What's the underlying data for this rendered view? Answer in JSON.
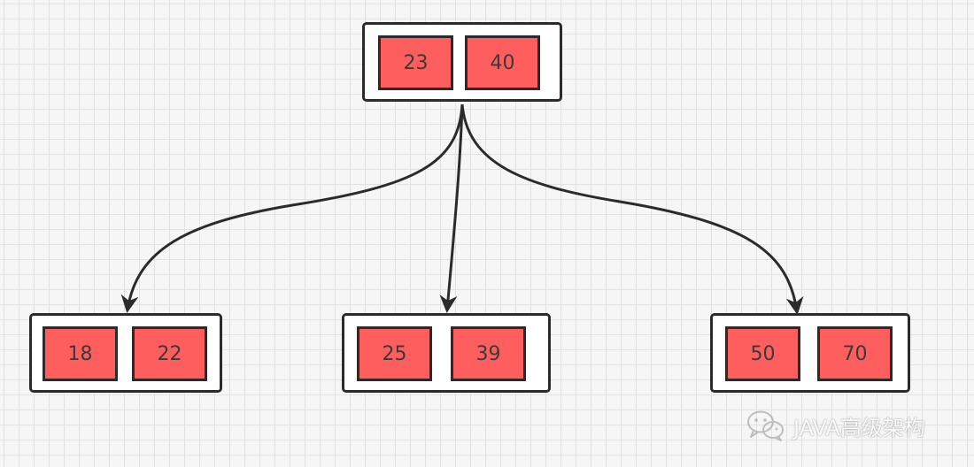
{
  "diagram": {
    "root": {
      "keys": [
        "23",
        "40"
      ]
    },
    "children": [
      {
        "keys": [
          "18",
          "22"
        ]
      },
      {
        "keys": [
          "25",
          "39"
        ]
      },
      {
        "keys": [
          "50",
          "70"
        ]
      }
    ],
    "colors": {
      "key_fill": "#ff5e5e",
      "outline": "#2b2b2b",
      "node_fill": "#ffffff",
      "grid_line": "#e2e2e2",
      "background": "#f6f6f6"
    }
  },
  "watermark": {
    "text": "JAVA高级架构",
    "icon": "wechat-icon"
  }
}
